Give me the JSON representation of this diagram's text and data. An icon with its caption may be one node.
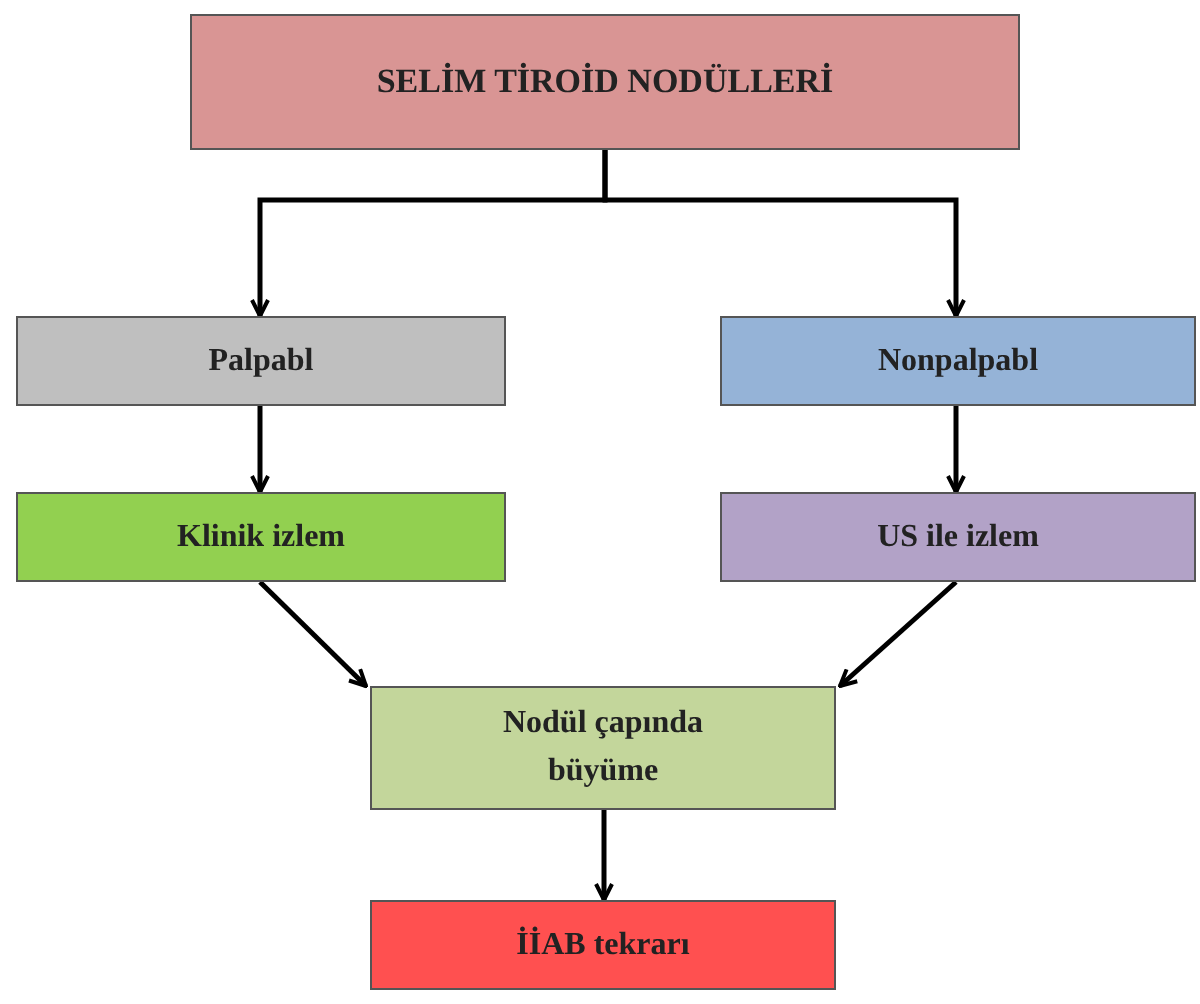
{
  "diagram": {
    "nodes": [
      {
        "text": [
          "SELİM TİROİD NODÜLLERİ"
        ]
      },
      {
        "text": [
          "Palpabl"
        ]
      },
      {
        "text": [
          "Nonpalpabl"
        ]
      },
      {
        "text": [
          "Klinik  izlem"
        ]
      },
      {
        "text": [
          "US ile izlem"
        ]
      },
      {
        "text": [
          "Nodül çapında büyüme"
        ]
      },
      {
        "text": [
          "İİAB tekrarı"
        ]
      }
    ],
    "edges": [
      {
        "from": 0,
        "to": 1,
        "arrow": "to"
      },
      {
        "from": 0,
        "to": 2,
        "arrow": "to"
      },
      {
        "from": 1,
        "to": 3,
        "arrow": "to"
      },
      {
        "from": 2,
        "to": 4,
        "arrow": "to"
      },
      {
        "from": 3,
        "to": 5,
        "arrow": "to"
      },
      {
        "from": 4,
        "to": 5,
        "arrow": "to"
      },
      {
        "from": 5,
        "to": 6,
        "arrow": "to"
      }
    ]
  }
}
